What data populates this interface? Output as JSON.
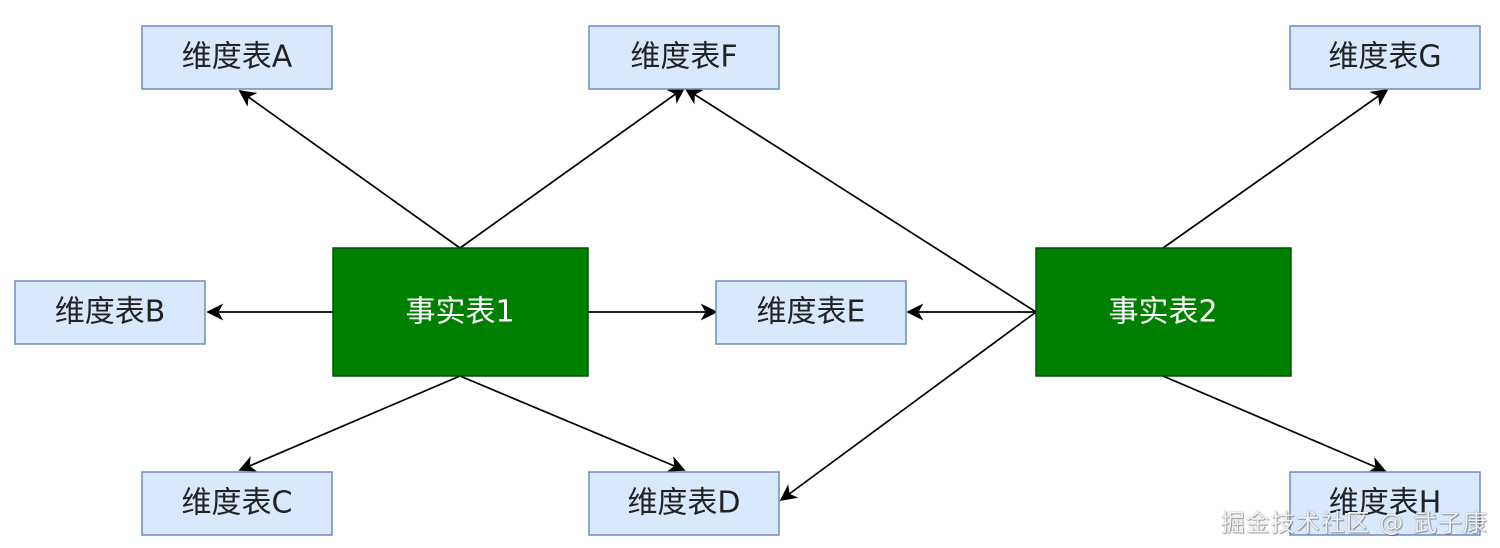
{
  "diagram": {
    "colors": {
      "dimension_fill": "#dae8fc",
      "dimension_stroke": "#6c8ebf",
      "fact_fill": "#008000",
      "fact_stroke": "#005700",
      "edge": "#000000"
    },
    "fact_tables": [
      {
        "id": "fact1",
        "label": "事实表1"
      },
      {
        "id": "fact2",
        "label": "事实表2"
      }
    ],
    "dimension_tables": [
      {
        "id": "dimA",
        "label": "维度表A"
      },
      {
        "id": "dimF",
        "label": "维度表F"
      },
      {
        "id": "dimG",
        "label": "维度表G"
      },
      {
        "id": "dimB",
        "label": "维度表B"
      },
      {
        "id": "dimE",
        "label": "维度表E"
      },
      {
        "id": "dimC",
        "label": "维度表C"
      },
      {
        "id": "dimD",
        "label": "维度表D"
      },
      {
        "id": "dimH",
        "label": "维度表H"
      }
    ],
    "edges": [
      {
        "from": "fact1",
        "to": "dimA"
      },
      {
        "from": "fact1",
        "to": "dimF"
      },
      {
        "from": "fact1",
        "to": "dimB"
      },
      {
        "from": "fact1",
        "to": "dimE"
      },
      {
        "from": "fact1",
        "to": "dimC"
      },
      {
        "from": "fact1",
        "to": "dimD"
      },
      {
        "from": "fact2",
        "to": "dimF"
      },
      {
        "from": "fact2",
        "to": "dimG"
      },
      {
        "from": "fact2",
        "to": "dimE"
      },
      {
        "from": "fact2",
        "to": "dimD"
      },
      {
        "from": "fact2",
        "to": "dimH"
      }
    ]
  },
  "watermark": {
    "text": "掘金技术社区 @ 武子康"
  }
}
